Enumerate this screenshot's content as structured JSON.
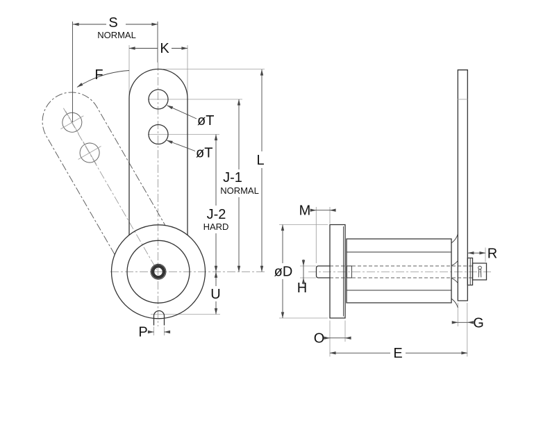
{
  "drawing_type": "mechanical engineering dimension drawing, chain attachment link with outboard roller, front view and side view",
  "colors": {
    "background": "#ffffff",
    "object_line": "#333333",
    "dimension_line": "#474747",
    "extension_line": "#9e9e9e",
    "centerline": "#949494",
    "hidden_line": "#5f5f5f",
    "phantom_line": "#606060",
    "label_text": "#111111",
    "plate_mark": "#b0b0b0"
  },
  "front": {
    "s": "S",
    "s_note": "NORMAL",
    "k": "K",
    "f": "F",
    "t_top": "øT",
    "t_bottom": "øT",
    "l": "L",
    "j1": "J-1",
    "j1_note": "NORMAL",
    "j2": "J-2",
    "j2_note": "HARD",
    "u": "U",
    "p": "P"
  },
  "side": {
    "m": "M",
    "d": "øD",
    "h": "H",
    "o": "O",
    "e": "E",
    "g": "G",
    "r": "R"
  }
}
